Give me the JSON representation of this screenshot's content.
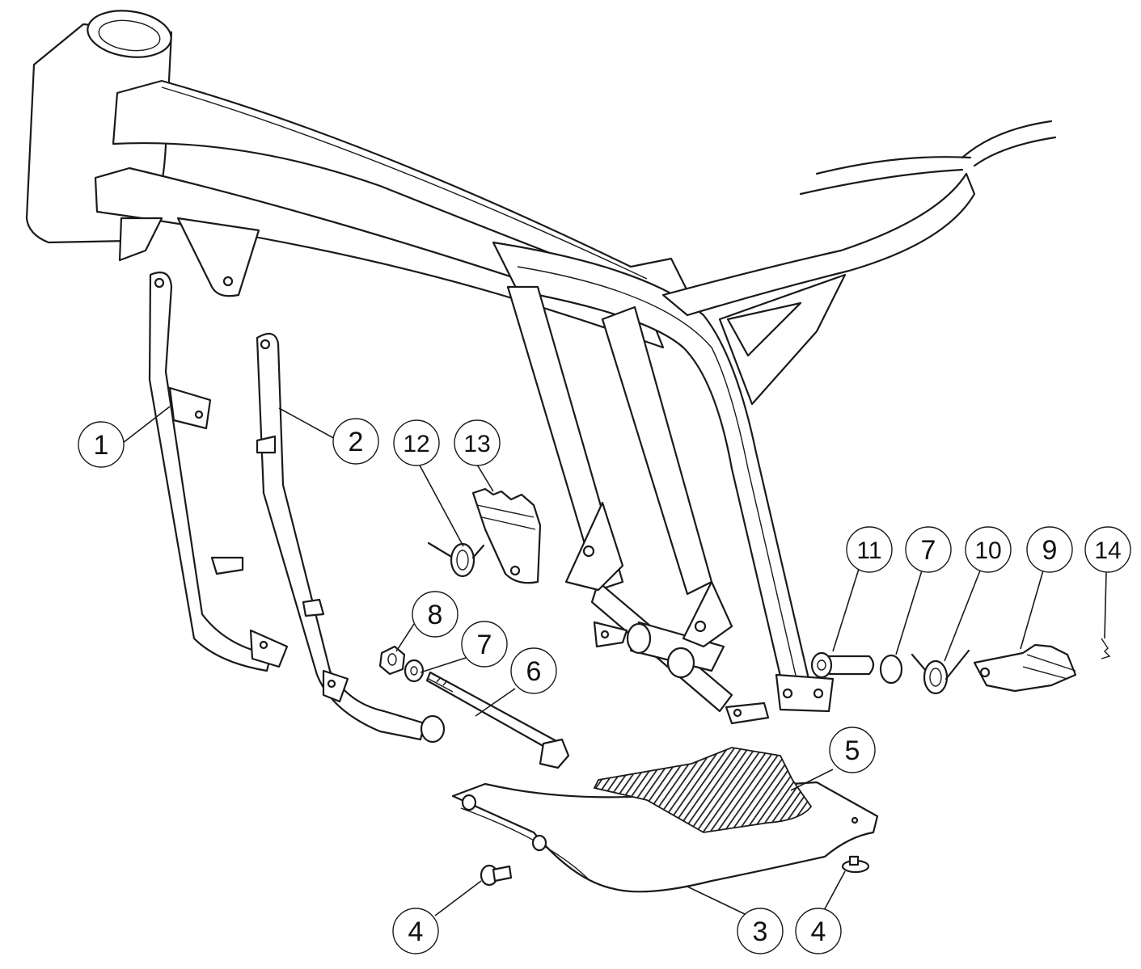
{
  "callouts": {
    "c1": "1",
    "c2": "2",
    "c3": "3",
    "c4a": "4",
    "c4b": "4",
    "c5": "5",
    "c6": "6",
    "c7a": "7",
    "c7b": "7",
    "c8": "8",
    "c9": "9",
    "c10": "10",
    "c11": "11",
    "c12": "12",
    "c13": "13",
    "c14": "14"
  },
  "colors": {
    "line": "#1a1a1a",
    "background": "#ffffff",
    "hatch": "#222222"
  }
}
